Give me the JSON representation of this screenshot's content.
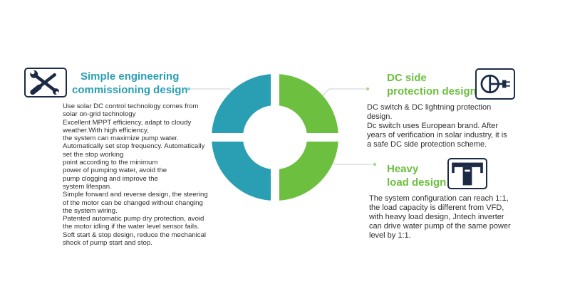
{
  "colors": {
    "teal": "#2a9fb3",
    "green": "#6cbf3f",
    "icon_border": "#1c2b45"
  },
  "left_block": {
    "icon": "wrench-screwdriver-icon",
    "title_lines": [
      "Simple engineering",
      "commissioning design"
    ],
    "body_lines": [
      "Use solar DC control technology comes from",
      "solar on-grid technology",
      "Excellent MPPT efficiency, adapt to cloudy",
      "weather.With high efficiency,",
      "the system can maximize pump water.",
      "Automatically set stop frequency. Automatically",
      "set the stop working",
      "point according to the minimum",
      "power of pumping water, avoid the",
      "pump clogging and improve the",
      "system lifespan.",
      "Simple forward and reverse design, the steering",
      "of the motor can be changed without changing",
      "the system wiring.",
      "Patented automatic pump dry protection, avoid",
      "the motor idling if the water level sensor fails.",
      "Soft start & stop design, reduce the mechanical",
      "shock of pump start and stop."
    ]
  },
  "right_top_block": {
    "icon": "dc-plug-icon",
    "title_lines": [
      "DC side",
      "protection design"
    ],
    "body_lines": [
      "DC switch & DC lightning protection",
      "design.",
      "Dc switch uses European brand. After",
      "years of verification in solar industry, it is",
      "a safe DC side protection scheme."
    ]
  },
  "right_bottom_block": {
    "icon": "heavy-load-icon",
    "title_lines": [
      "Heavy",
      "load design"
    ],
    "body_lines": [
      "The system configuration can reach 1:1,",
      "the load capacity is different from VFD,",
      "with heavy load design, Jntech inverter",
      "can drive water pump of the same power",
      "level by 1:1."
    ]
  }
}
